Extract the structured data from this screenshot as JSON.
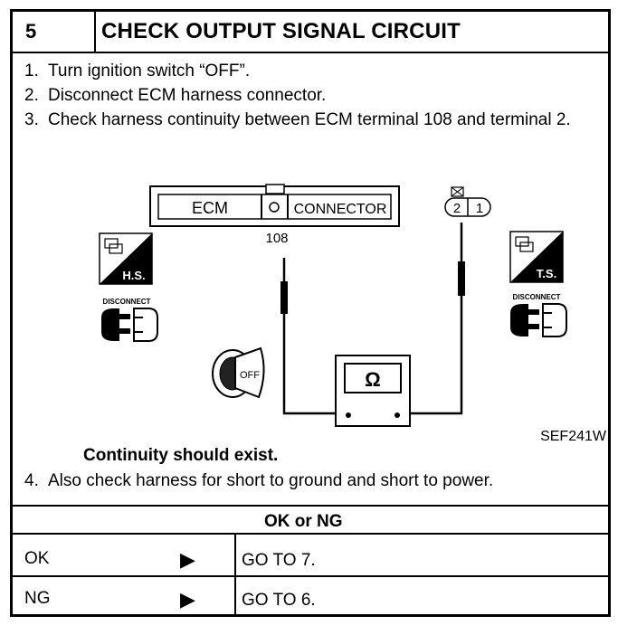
{
  "header": {
    "step_number": "5",
    "title": "CHECK OUTPUT SIGNAL CIRCUIT"
  },
  "steps": [
    {
      "num": "1.",
      "text": "Turn ignition switch “OFF”."
    },
    {
      "num": "2.",
      "text": "Disconnect ECM harness connector."
    },
    {
      "num": "3.",
      "text": "Check harness continuity between ECM terminal 108 and terminal 2."
    }
  ],
  "diagram": {
    "ecm_label": "ECM",
    "connector_label": "CONNECTOR",
    "ecm_terminal": "108",
    "harness_terminals": [
      "2",
      "1"
    ],
    "left_badge": "H.S.",
    "right_badge": "T.S.",
    "disconnect_label": "DISCONNECT",
    "ignition_label": "OFF",
    "meter_symbol": "Ω",
    "figure_id": "SEF241W"
  },
  "continuity_note": "Continuity should exist.",
  "step4": {
    "num": "4.",
    "text": "Also check harness for short to ground and short to power."
  },
  "result_header": "OK or NG",
  "results": [
    {
      "status": "OK",
      "action": "GO TO 7."
    },
    {
      "status": "NG",
      "action": "GO TO 6."
    }
  ]
}
